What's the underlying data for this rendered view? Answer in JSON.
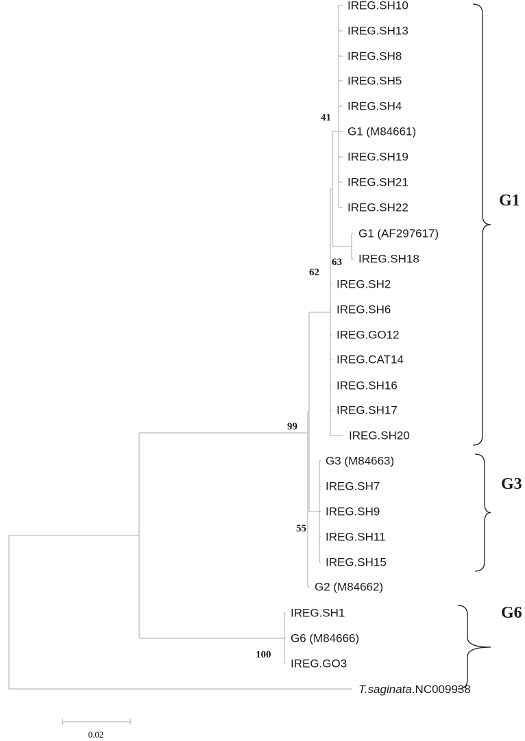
{
  "leaves": [
    {
      "id": "sh10",
      "label": "IREG.SH10"
    },
    {
      "id": "sh13",
      "label": "IREG.SH13"
    },
    {
      "id": "sh8",
      "label": "IREG.SH8"
    },
    {
      "id": "sh5",
      "label": "IREG.SH5"
    },
    {
      "id": "sh4",
      "label": "IREG.SH4"
    },
    {
      "id": "g1m",
      "label": "G1 (M84661)"
    },
    {
      "id": "sh19",
      "label": "IREG.SH19"
    },
    {
      "id": "sh21",
      "label": "IREG.SH21"
    },
    {
      "id": "sh22",
      "label": "IREG.SH22"
    },
    {
      "id": "g1af",
      "label": "G1 (AF297617)"
    },
    {
      "id": "sh18",
      "label": "IREG.SH18"
    },
    {
      "id": "sh2",
      "label": "IREG.SH2"
    },
    {
      "id": "sh6",
      "label": "IREG.SH6"
    },
    {
      "id": "go12",
      "label": "IREG.GO12"
    },
    {
      "id": "cat14",
      "label": "IREG.CAT14"
    },
    {
      "id": "sh16",
      "label": "IREG.SH16"
    },
    {
      "id": "sh17",
      "label": "IREG.SH17"
    },
    {
      "id": "sh20",
      "label": "IREG.SH20"
    },
    {
      "id": "g3m",
      "label": "G3 (M84663)"
    },
    {
      "id": "sh7",
      "label": "IREG.SH7"
    },
    {
      "id": "sh9",
      "label": "IREG.SH9"
    },
    {
      "id": "sh11",
      "label": "IREG.SH11"
    },
    {
      "id": "sh15",
      "label": "IREG.SH15"
    },
    {
      "id": "g2m",
      "label": "G2 (M84662)"
    },
    {
      "id": "sh1",
      "label": "IREG.SH1"
    },
    {
      "id": "g6m",
      "label": "G6 (M84666)"
    },
    {
      "id": "go3",
      "label": "IREG.GO3"
    },
    {
      "id": "tsag",
      "label": "T.saginata.NC009938",
      "italic_part": "T.saginata",
      "plain_part": ".NC009938"
    }
  ],
  "bootstrap": [
    {
      "id": "b41",
      "value": "41"
    },
    {
      "id": "b63",
      "value": "63"
    },
    {
      "id": "b62",
      "value": "62"
    },
    {
      "id": "b99",
      "value": "99"
    },
    {
      "id": "b55",
      "value": "55"
    },
    {
      "id": "b100",
      "value": "100"
    }
  ],
  "groups": [
    {
      "id": "G1",
      "label": "G1"
    },
    {
      "id": "G3",
      "label": "G3"
    },
    {
      "id": "G6",
      "label": "G6"
    }
  ],
  "scale_bar": {
    "label": "0.02"
  },
  "colors": {
    "branch": "#a8a8a8",
    "text": "#1a1a1a",
    "brace": "#1a1a1a"
  }
}
